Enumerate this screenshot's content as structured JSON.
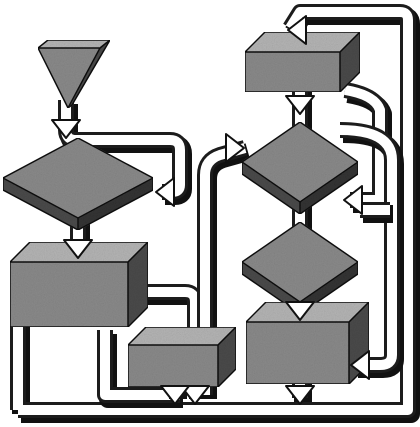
{
  "diagram": {
    "nodes": [
      {
        "id": "start",
        "shape": "inverted-triangle"
      },
      {
        "id": "decision-1",
        "shape": "diamond"
      },
      {
        "id": "process-1",
        "shape": "box"
      },
      {
        "id": "process-2",
        "shape": "box"
      },
      {
        "id": "process-top-right",
        "shape": "box"
      },
      {
        "id": "decision-right-1",
        "shape": "diamond"
      },
      {
        "id": "decision-right-2",
        "shape": "diamond"
      },
      {
        "id": "process-bottom-right",
        "shape": "box"
      }
    ],
    "colors": {
      "shape_fill": "#8a8a8a",
      "shape_dark": "#4a4a4a",
      "shape_light": "#b4b4b4",
      "pipe": "#ffffff",
      "pipe_edge": "#1c1c1c",
      "pipe_shadow": "#111111",
      "background": "#ffffff"
    },
    "texture": "grainy-gray",
    "style": "3d-isometric-flowchart"
  }
}
